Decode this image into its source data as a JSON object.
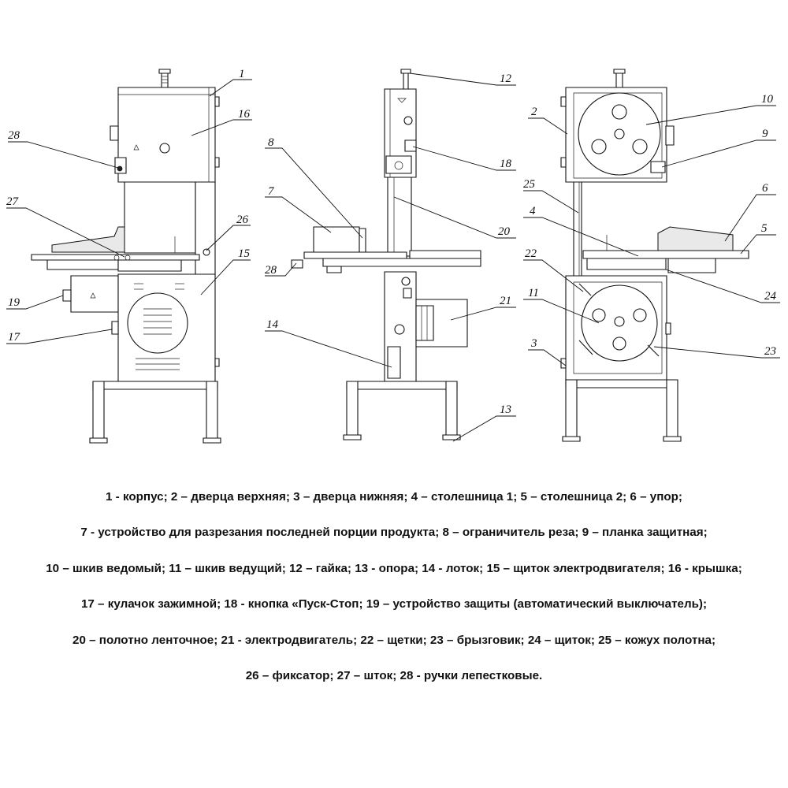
{
  "callouts": [
    "1",
    "2",
    "3",
    "4",
    "5",
    "6",
    "7",
    "8",
    "9",
    "10",
    "11",
    "12",
    "13",
    "14",
    "15",
    "16",
    "17",
    "18",
    "19",
    "20",
    "21",
    "22",
    "23",
    "24",
    "25",
    "26",
    "27",
    "28"
  ],
  "legend_lines": [
    "1 - корпус; 2 – дверца верхняя; 3 – дверца нижняя; 4 – столешница 1; 5 – столешница 2; 6 – упор;",
    "7 - устройство для разрезания последней порции продукта; 8 – ограничитель реза; 9 – планка защитная;",
    "10 – шкив ведомый; 11 – шкив ведущий; 12 – гайка; 13 - опора; 14 - лоток; 15 – щиток электродвигателя; 16 - крышка;",
    "17 – кулачок зажимной; 18 - кнопка «Пуск-Стоп; 19 – устройство защиты (автоматический выключатель);",
    "20 – полотно ленточное; 21 - электродвигатель; 22 – щетки; 23 – брызговик; 24 – щиток; 25 – кожух полотна;",
    "26 – фиксатор; 27 – шток; 28 - ручки лепестковые."
  ]
}
